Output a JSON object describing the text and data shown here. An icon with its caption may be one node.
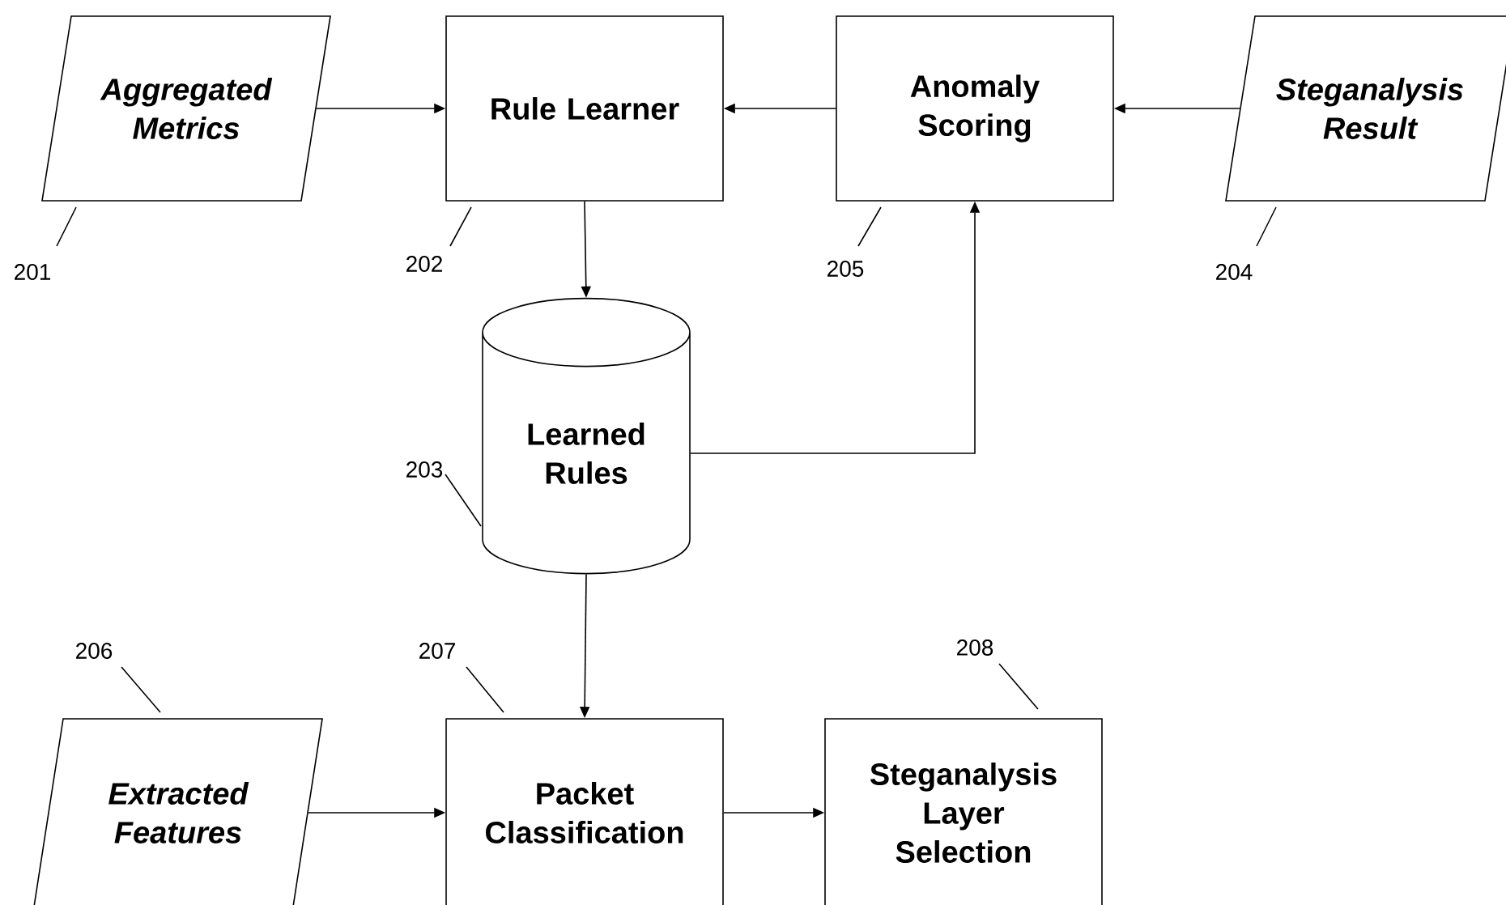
{
  "diagram": {
    "nodes": [
      {
        "text": [
          "Aggregated Metrics"
        ]
      },
      {
        "text": [
          "Rule Learner"
        ]
      },
      {
        "text": [
          "Anomaly Scoring"
        ]
      },
      {
        "text": [
          "Steganalysis Result"
        ]
      },
      {
        "text": [
          "Learned Rules"
        ]
      },
      {
        "text": [
          "Extracted Features"
        ]
      },
      {
        "text": [
          "Packet Classification"
        ]
      },
      {
        "text": [
          "Steganalysis Layer Selection"
        ]
      },
      {
        "text": [
          "201"
        ]
      },
      {
        "text": [
          "202"
        ]
      },
      {
        "text": [
          "205"
        ]
      },
      {
        "text": [
          "204"
        ]
      },
      {
        "text": [
          "203"
        ]
      },
      {
        "text": [
          "206"
        ]
      },
      {
        "text": [
          "207"
        ]
      },
      {
        "text": [
          "208"
        ]
      }
    ],
    "edges": [
      {
        "from": 0,
        "to": 1,
        "arrow": "to"
      },
      {
        "from": 2,
        "to": 1,
        "arrow": "to"
      },
      {
        "from": 3,
        "to": 2,
        "arrow": "to"
      },
      {
        "from": 1,
        "to": 4,
        "arrow": "to"
      },
      {
        "from": 4,
        "to": 2,
        "arrow": "to"
      },
      {
        "from": 5,
        "to": 6,
        "arrow": "to"
      },
      {
        "from": 4,
        "to": 6,
        "arrow": "to"
      },
      {
        "from": 6,
        "to": 7,
        "arrow": "to"
      },
      {
        "from": 8,
        "to": 0,
        "arrow": "none"
      },
      {
        "from": 9,
        "to": 1,
        "arrow": "none"
      },
      {
        "from": 10,
        "to": 2,
        "arrow": "none"
      },
      {
        "from": 11,
        "to": 3,
        "arrow": "none"
      },
      {
        "from": 12,
        "to": 4,
        "arrow": "none"
      },
      {
        "from": 13,
        "to": 5,
        "arrow": "none"
      },
      {
        "from": 14,
        "to": 6,
        "arrow": "none"
      },
      {
        "from": 15,
        "to": 7,
        "arrow": "none"
      }
    ]
  }
}
